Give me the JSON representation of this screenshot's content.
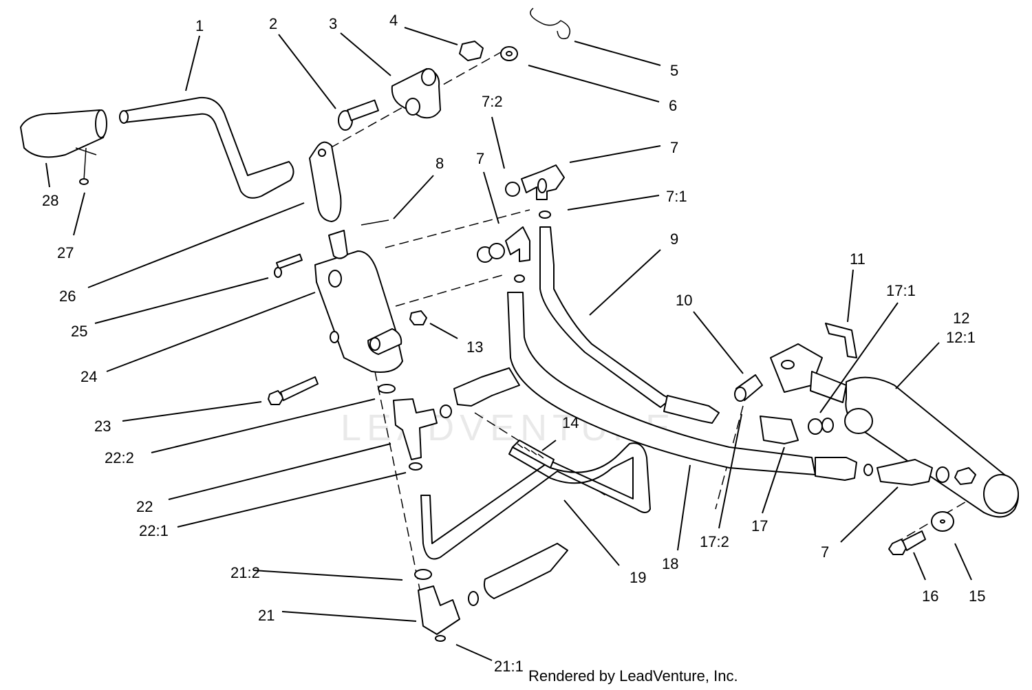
{
  "watermark": "LEADVENTURE",
  "footer": "Rendered by LeadVenture, Inc.",
  "callouts": {
    "c1": "1",
    "c2": "2",
    "c3": "3",
    "c4": "4",
    "c5": "5",
    "c6": "6",
    "c7_2": "7:2",
    "c7_a": "7",
    "c7_b": "7",
    "c7_1": "7:1",
    "c7_c": "7",
    "c8": "8",
    "c9": "9",
    "c10": "10",
    "c11": "11",
    "c12": "12",
    "c12_1": "12:1",
    "c13": "13",
    "c14": "14",
    "c15": "15",
    "c16": "16",
    "c17": "17",
    "c17_1": "17:1",
    "c17_2": "17:2",
    "c18": "18",
    "c19": "19",
    "c21": "21",
    "c21_1": "21:1",
    "c21_2": "21:2",
    "c22": "22",
    "c22_1": "22:1",
    "c22_2": "22:2",
    "c23": "23",
    "c24": "24",
    "c25": "25",
    "c26": "26",
    "c27": "27",
    "c28": "28"
  }
}
